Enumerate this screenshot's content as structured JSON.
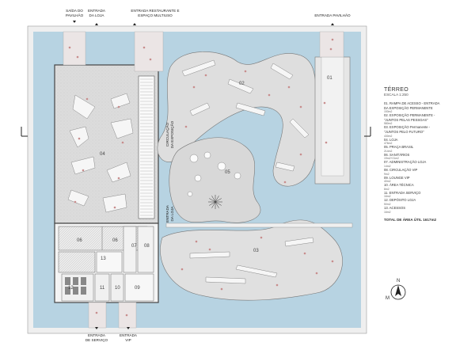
{
  "entrances": {
    "saida_loja": [
      "SAÍDA DO",
      "PAVILHÃO"
    ],
    "entrada_loja": [
      "ENTRADA",
      "DA LOJA"
    ],
    "restaurante": [
      "ENTRADA RESTAURANTE E",
      "ESPAÇO MULTIUSO"
    ],
    "pavilhao": [
      "ENTRADA PAVILHÃO"
    ],
    "servico": [
      "ENTRADA",
      "DE SERVIÇO"
    ],
    "vip": [
      "ENTRADA",
      "VIP"
    ]
  },
  "side_labels": {
    "circulacao": [
      "CIRCULAÇÃO",
      "DA EXPOSIÇÃO"
    ],
    "entrada_loja_side": [
      "ENTRADA",
      "DA LOJA"
    ]
  },
  "room_numbers": {
    "r01": "01",
    "r02": "02",
    "r03": "03",
    "r04": "04",
    "r05": "05",
    "r06a": "06",
    "r06b": "06",
    "r07": "07",
    "r08": "08",
    "r09": "09",
    "r10": "10",
    "r11": "11",
    "r12": "12",
    "r13": "13"
  },
  "legend": {
    "title": "TÉRREO",
    "scale": "ESCALA 1:250",
    "items": [
      {
        "text": "01. RAMPA DE ACESSO - ENTRADA",
        "sub": ""
      },
      {
        "text": "DA EXPOSIÇÃO PERMANENTE",
        "sub": "153m2"
      },
      {
        "text": "02. EXPOSIÇÃO PERMANENTE -",
        "sub": ""
      },
      {
        "text": "\"JUNTOS PELAS PESSOAS\"",
        "sub": "580m2"
      },
      {
        "text": "03. EXPOSIÇÃO Permanente -",
        "sub": ""
      },
      {
        "text": "\"JUNTOS PELO FUTURO\"",
        "sub": "430m2"
      },
      {
        "text": "04. LOJA",
        "sub": "476m2"
      },
      {
        "text": "05. PRAÇA BRASIL",
        "sub": "214m2"
      },
      {
        "text": "06. SANITÁRIOS",
        "sub": "19m2+21m2"
      },
      {
        "text": "07. ADMINISTRAÇÃO LOJA",
        "sub": "14m2"
      },
      {
        "text": "08. CIRCULAÇÃO VIP",
        "sub": "9m2"
      },
      {
        "text": "09. LOUNGE VIP",
        "sub": "40m2"
      },
      {
        "text": "10. ÁREA TÉCNICA",
        "sub": "8m2"
      },
      {
        "text": "11. ENTRADA SERVIÇO",
        "sub": "16m2"
      },
      {
        "text": "12. DEPÓSITO LOJA",
        "sub": "50m2"
      },
      {
        "text": "13. ACESSOS",
        "sub": "16m2"
      }
    ],
    "total": "TOTAL DE ÁREA ÚTIL 1617m2"
  },
  "north": {
    "letter_n": "N",
    "letter_m": "M"
  },
  "colors": {
    "water": "#b7d3e2",
    "floor": "#e4e4e4",
    "wall": "#555555",
    "accent": "#c88d8d"
  }
}
